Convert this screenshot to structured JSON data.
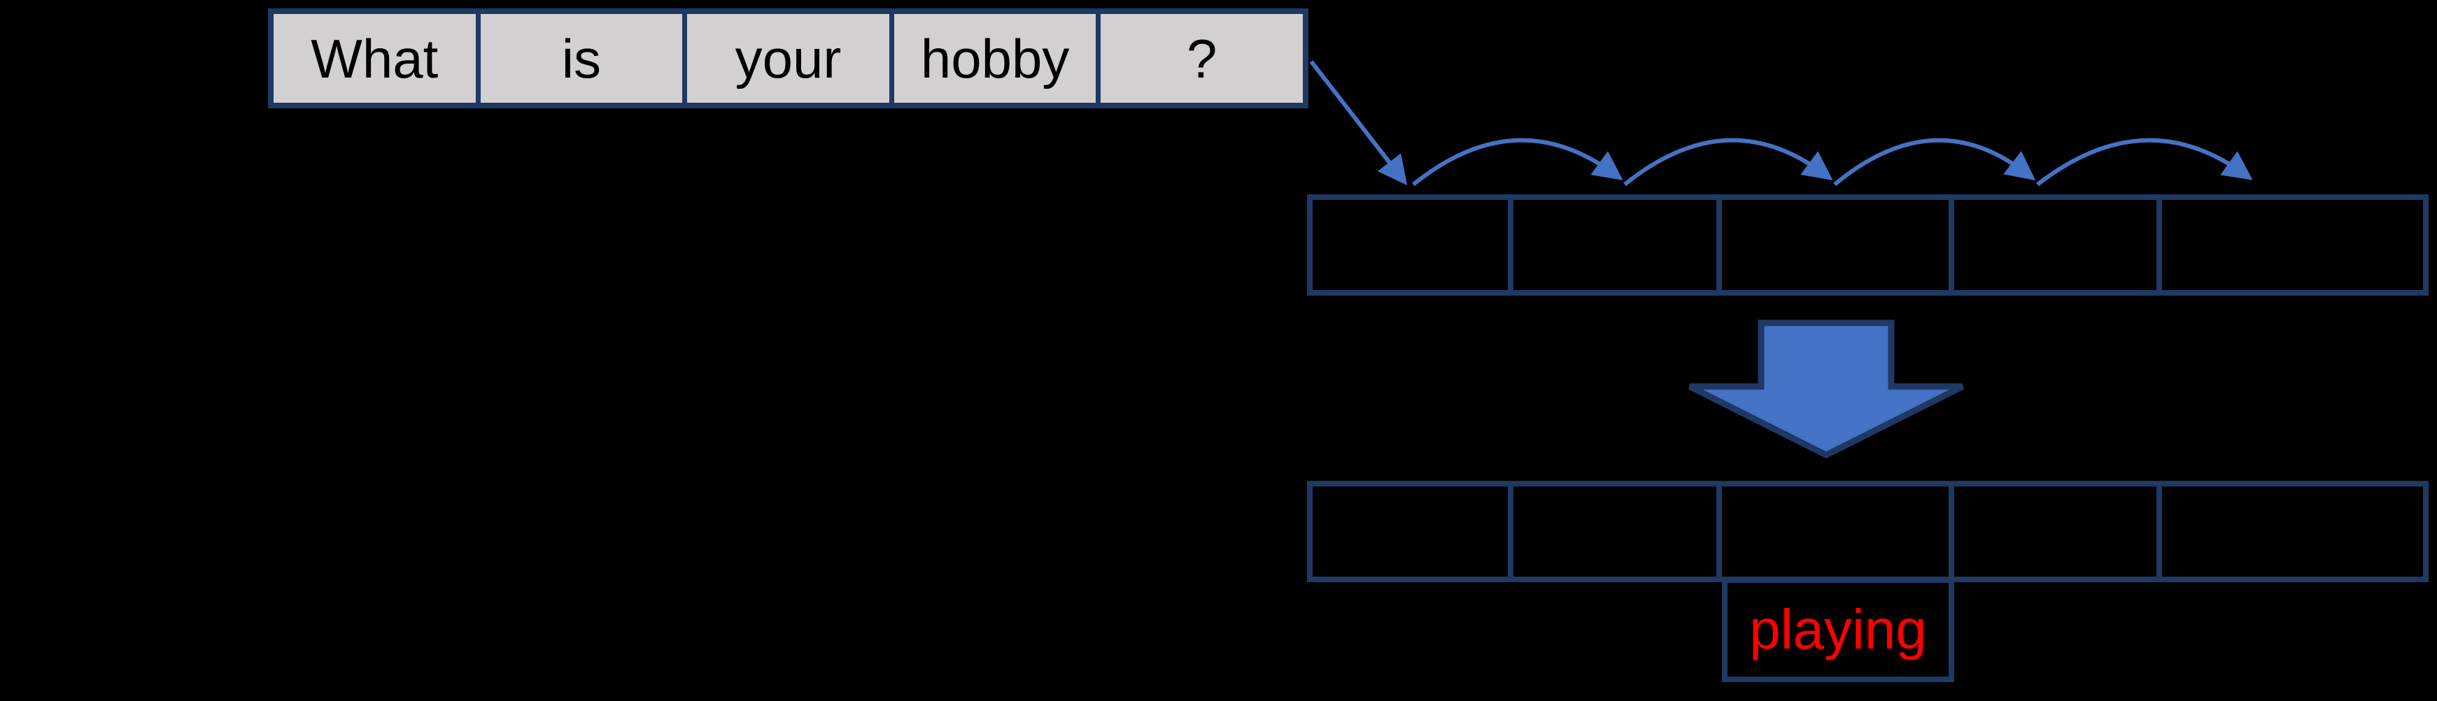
{
  "colors": {
    "background": "#000000",
    "border_dark": "#1f3864",
    "accent_blue": "#4472c4",
    "cell_gray": "#d2d0d1",
    "word_text": "#000000",
    "prediction_red": "#ff0000"
  },
  "sentence_row": {
    "words": [
      "What",
      "is",
      "your",
      "hobby",
      "?"
    ]
  },
  "state_rows": {
    "top_row_cells": 5,
    "bottom_row_cells": 5
  },
  "icons": {
    "input_arrow": "diagonal-arrow-icon",
    "hop_arcs": "hop-arc-icon",
    "transform_arrow": "big-down-arrow-icon"
  },
  "prediction": {
    "label": "playing"
  }
}
